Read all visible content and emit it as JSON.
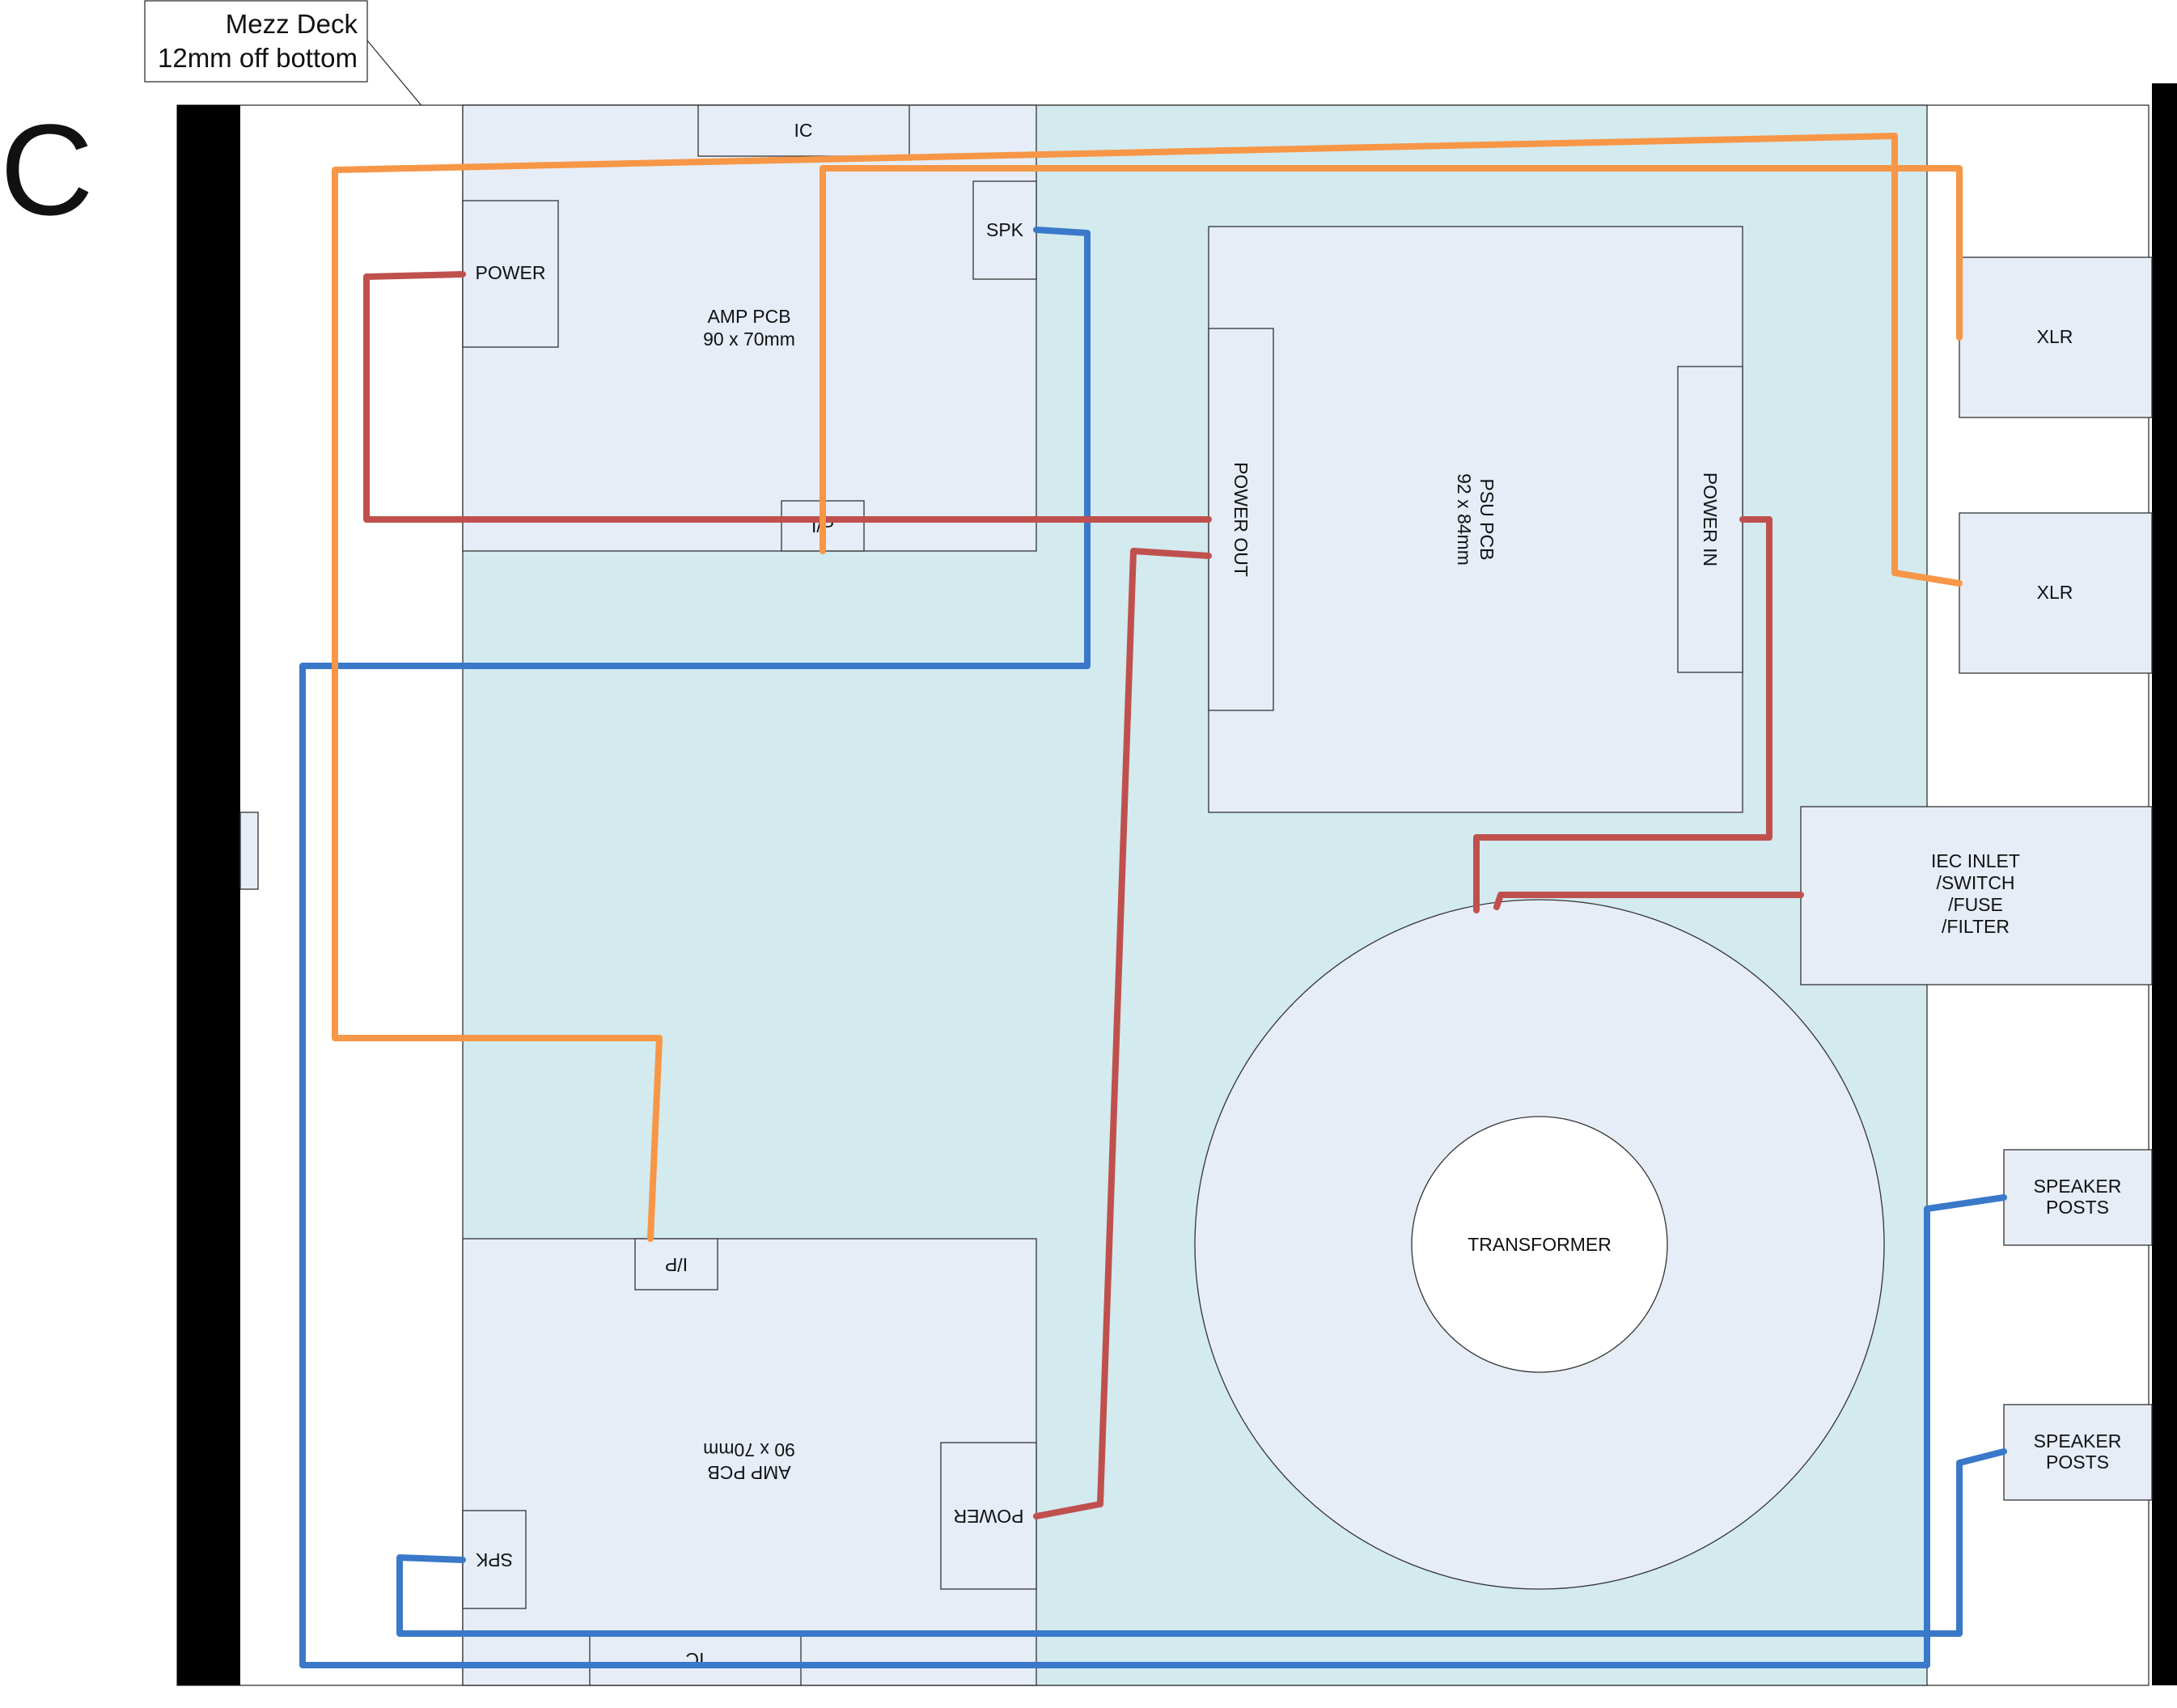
{
  "panel_letter": "C",
  "callout": {
    "line1": "Mezz Deck",
    "line2": "12mm off bottom"
  },
  "colors": {
    "background": "#ffffff",
    "board": "#e6edf7",
    "mezz_deck": "#d3eaef",
    "front_panel": "#000000",
    "outline": "#333333",
    "wire_power": "#c0504d",
    "wire_signal": "#f79646",
    "wire_speaker": "#3a78c9"
  },
  "labels": {
    "amp_top": {
      "name": "AMP PCB",
      "size": "90 x 70mm",
      "power": "POWER",
      "spk": "SPK",
      "ic": "IC",
      "ip": "I/P"
    },
    "amp_bottom": {
      "name": "AMP PCB",
      "size": "90 x 70mm",
      "power": "POWER",
      "spk": "SPK",
      "ic": "IC",
      "ip": "I/P"
    },
    "psu": {
      "name": "PSU PCB",
      "size": "92 x 84mm",
      "power_out": "POWER OUT",
      "power_in": "POWER IN"
    },
    "xlr_upper": "XLR",
    "xlr_lower": "XLR",
    "iec": [
      "IEC INLET",
      "/SWITCH",
      "/FUSE",
      "/FILTER"
    ],
    "transformer": "TRANSFORMER",
    "speaker_upper": [
      "SPEAKER",
      "POSTS"
    ],
    "speaker_lower": [
      "SPEAKER",
      "POSTS"
    ]
  },
  "wires": {
    "power": "power wiring",
    "signal": "signal wiring",
    "speaker": "speaker wiring"
  }
}
